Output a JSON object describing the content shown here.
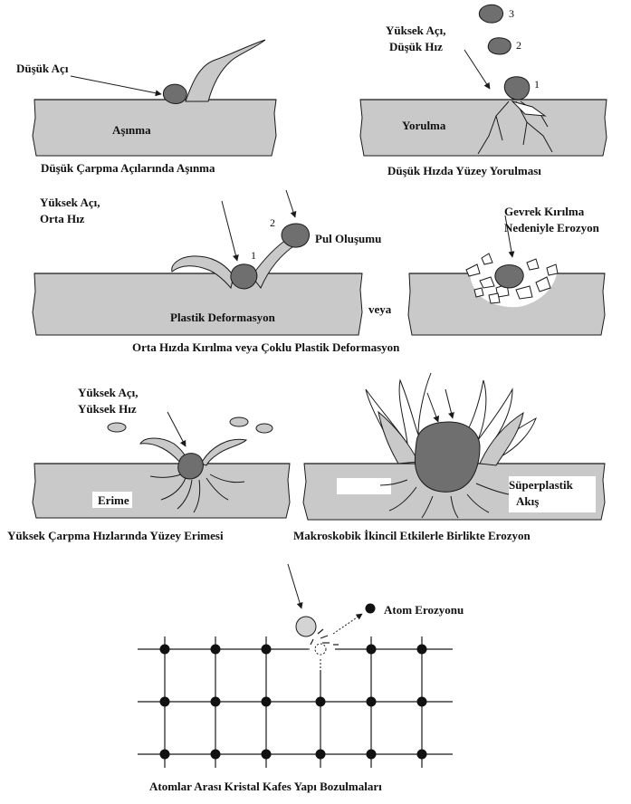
{
  "colors": {
    "material": "#c9c9c9",
    "particle": "#6f6f6f",
    "line": "#1a1a1a",
    "background": "#ffffff"
  },
  "panel_abrasion": {
    "label_angle": "Düşük Açı",
    "label_mode": "Aşınma",
    "caption": "Düşük Çarpma Açılarında Aşınma"
  },
  "panel_fatigue": {
    "label_angle_line1": "Yüksek Açı,",
    "label_angle_line2": "Düşük Hız",
    "num1": "1",
    "num2": "2",
    "num3": "3",
    "label_mode": "Yorulma",
    "caption": "Düşük Hızda Yüzey Yorulması"
  },
  "panel_plastic": {
    "label_angle_line1": "Yüksek Açı,",
    "label_angle_line2": "Orta Hız",
    "num1": "1",
    "num2": "2",
    "label_flake": "Pul Oluşumu",
    "label_mode": "Plastik Deformasyon",
    "or_text": "veya"
  },
  "panel_brittle": {
    "label_line1": "Gevrek Kırılma",
    "label_line2": "Nedeniyle Erozyon"
  },
  "caption_row2": "Orta Hızda Kırılma veya Çoklu Plastik Deformasyon",
  "panel_melting": {
    "label_angle_line1": "Yüksek Açı,",
    "label_angle_line2": "Yüksek Hız",
    "label_mode": "Erime",
    "caption": "Yüksek Çarpma Hızlarında Yüzey Erimesi"
  },
  "panel_macro": {
    "label_line1": "Süperplastik",
    "label_line2": "Akış",
    "caption": "Makroskobik İkincil Etkilerle Birlikte Erozyon"
  },
  "panel_atomic": {
    "label_atom": "Atom Erozyonu",
    "caption": "Atomlar Arası Kristal Kafes Yapı Bozulmaları"
  }
}
